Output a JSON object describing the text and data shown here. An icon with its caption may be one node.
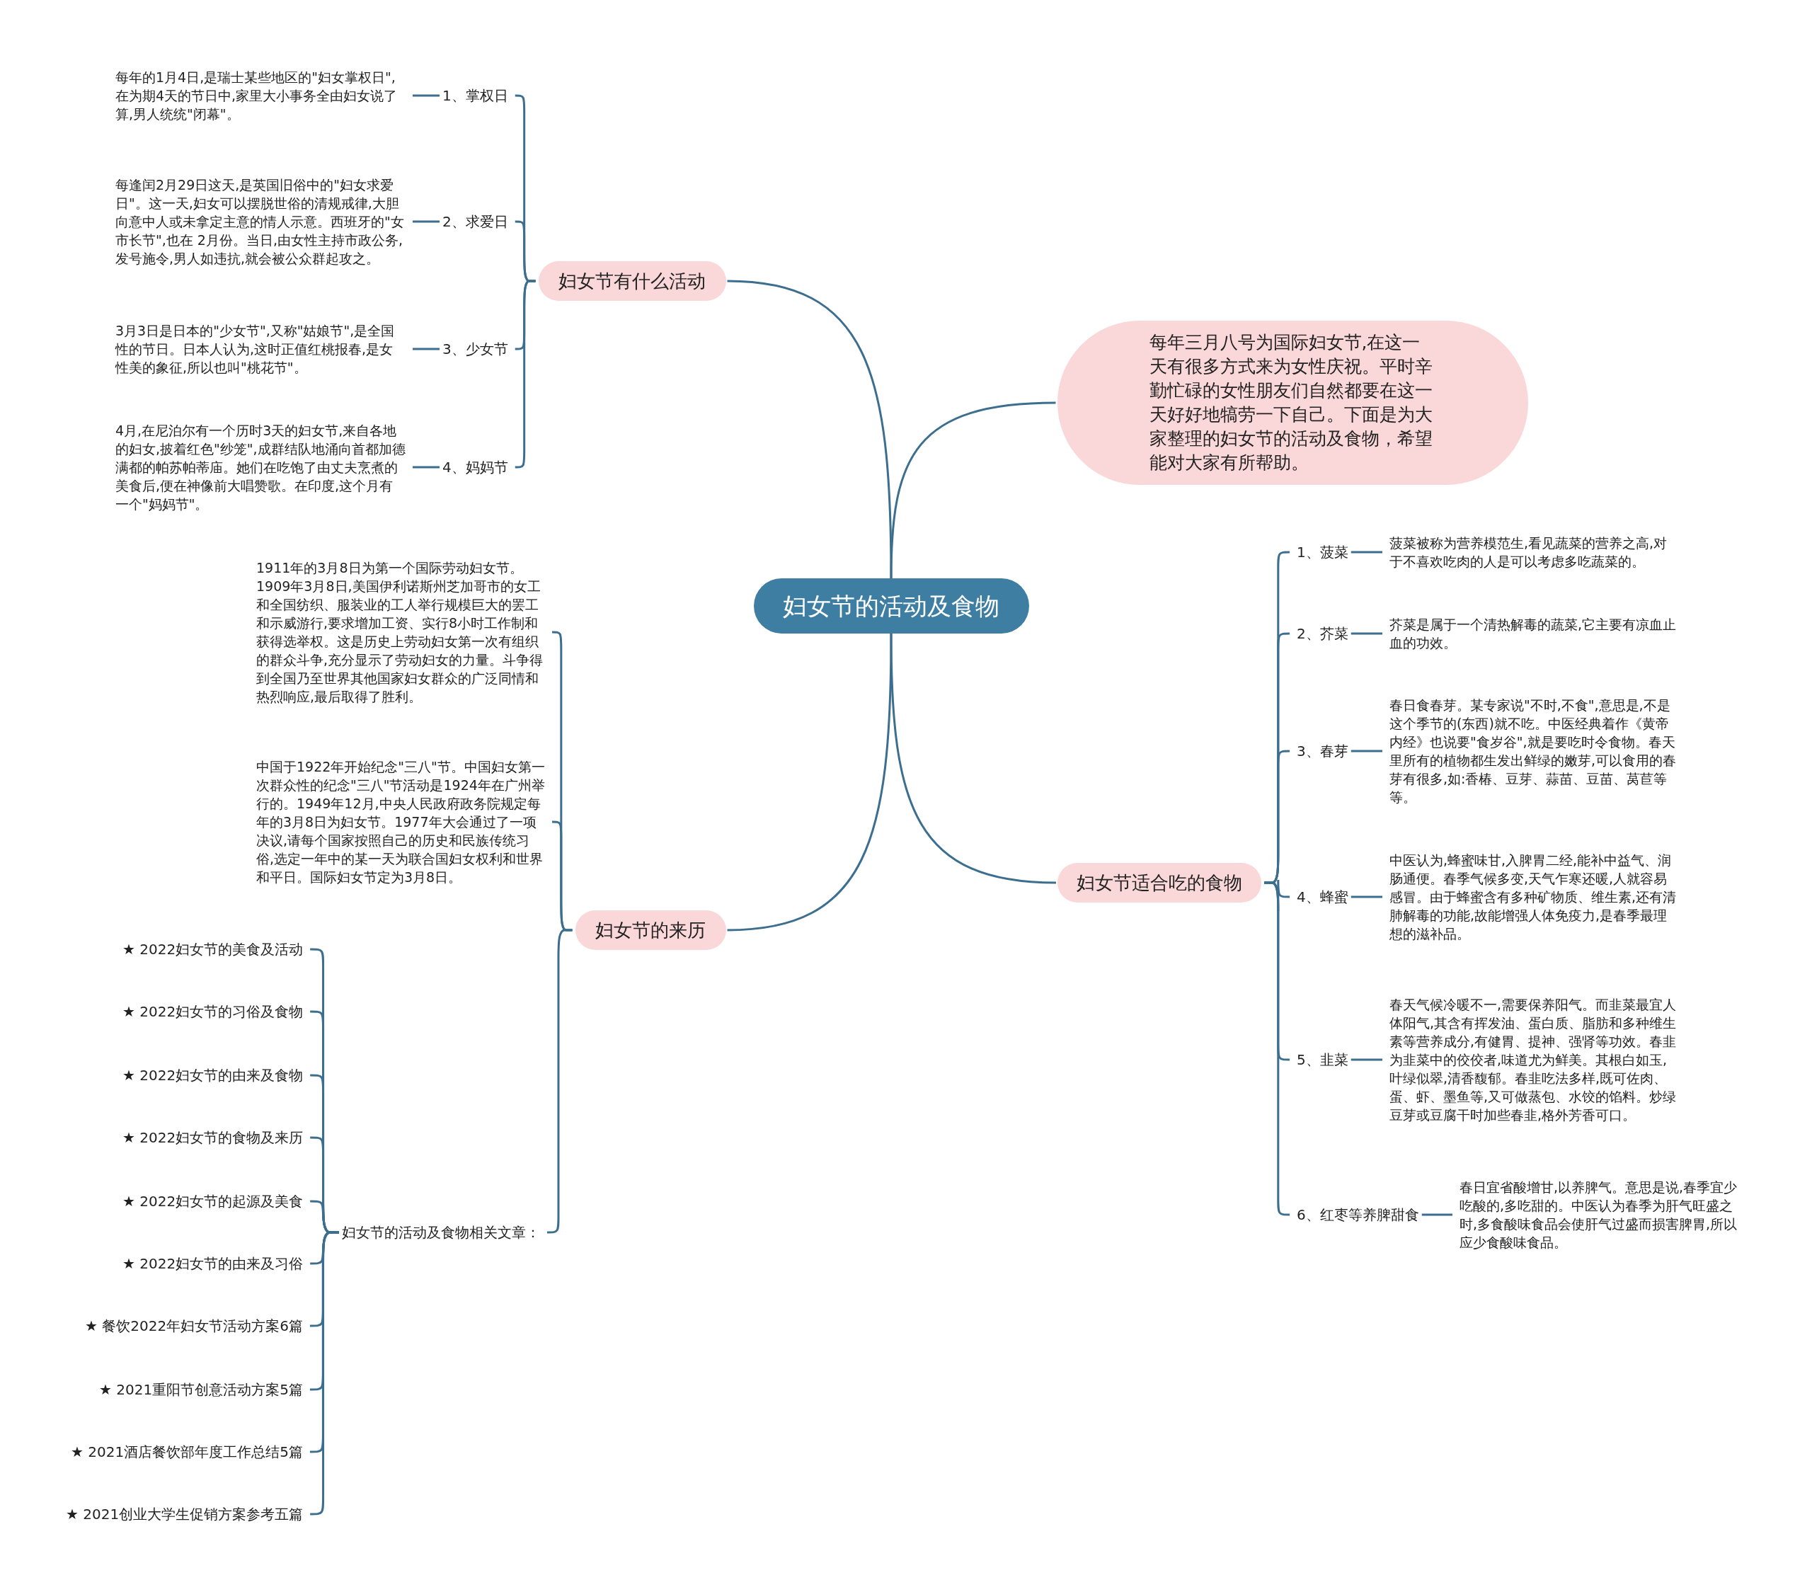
{
  "diagram": {
    "nodes": [
      {
        "text": [
          "妇女节的活动及食物"
        ]
      },
      {
        "text": [
          "妇女节有什么活动"
        ]
      },
      {
        "text": [
          "1、掌权日"
        ]
      },
      {
        "text": [
          "2、求爱日"
        ]
      },
      {
        "text": [
          "3、少女节"
        ]
      },
      {
        "text": [
          "4、妈妈节"
        ]
      },
      {
        "text": [
          "每年的1月4日,是瑞士某些地区的\"妇女掌权日\",在为期4天的节日中,家里大小事务全由妇女说了算,男人统统\"闭幕\"。"
        ]
      },
      {
        "text": [
          "每逢闰2月29日这天,是英国旧俗中的\"妇女求爱日\"。这一天,妇女可以摆脱世俗的清规戒律,大胆向意中人或未拿定主意的情人示意。西班牙的\"女市长节\",也在 2月份。当日,由女性主持市政公务,发号施令,男人如违抗,就会被公众群起攻之。"
        ]
      },
      {
        "text": [
          "3月3日是日本的\"少女节\",又称\"姑娘节\",是全国性的节日。日本人认为,这时正值红桃报春,是女性美的象征,所以也叫\"桃花节\"。"
        ]
      },
      {
        "text": [
          "4月,在尼泊尔有一个历时3天的妇女节,来自各地的妇女,披着红色\"纱笼\",成群结队地涌向首都加德满都的帕苏帕蒂庙。她们在吃饱了由丈夫烹煮的美食后,便在神像前大唱赞歌。在印度,这个月有一个\"妈妈节\"。"
        ]
      },
      {
        "text": [
          "每年三月八号为国际妇女节,在这一天有很多方式来为女性庆祝。平时辛勤忙碌的女性朋友们自然都要在这一天好好地犒劳一下自己。下面是为大家整理的妇女节的活动及食物，希望能对大家有所帮助。"
        ]
      },
      {
        "text": [
          "妇女节的来历"
        ]
      },
      {
        "text": [
          "1911年的3月8日为第一个国际劳动妇女节。1909年3月8日,美国伊利诺斯州芝加哥市的女工和全国纺织、服装业的工人举行规模巨大的罢工和示威游行,要求增加工资、实行8小时工作制和获得选举权。这是历史上劳动妇女第一次有组织的群众斗争,充分显示了劳动妇女的力量。斗争得到全国乃至世界其他国家妇女群众的广泛同情和热烈响应,最后取得了胜利。"
        ]
      },
      {
        "text": [
          "中国于1922年开始纪念\"三八\"节。中国妇女第一次群众性的纪念\"三八\"节活动是1924年在广州举行的。1949年12月,中央人民政府政务院规定每年的3月8日为妇女节。1977年大会通过了一项决议,请每个国家按照自己的历史和民族传统习俗,选定一年中的某一天为联合国妇女权利和世界和平日。国际妇女节定为3月8日。"
        ]
      },
      {
        "text": [
          "妇女节的活动及食物相关文章："
        ]
      },
      {
        "text": [
          "★ 2022妇女节的美食及活动"
        ]
      },
      {
        "text": [
          "★ 2022妇女节的习俗及食物"
        ]
      },
      {
        "text": [
          "★ 2022妇女节的由来及食物"
        ]
      },
      {
        "text": [
          "★ 2022妇女节的食物及来历"
        ]
      },
      {
        "text": [
          "★ 2022妇女节的起源及美食"
        ]
      },
      {
        "text": [
          "★ 2022妇女节的由来及习俗"
        ]
      },
      {
        "text": [
          "★ 餐饮2022年妇女节活动方案6篇"
        ]
      },
      {
        "text": [
          "★ 2021重阳节创意活动方案5篇"
        ]
      },
      {
        "text": [
          "★ 2021酒店餐饮部年度工作总结5篇"
        ]
      },
      {
        "text": [
          "★ 2021创业大学生促销方案参考五篇"
        ]
      },
      {
        "text": [
          "妇女节适合吃的食物"
        ]
      },
      {
        "text": [
          "1、菠菜"
        ]
      },
      {
        "text": [
          "2、芥菜"
        ]
      },
      {
        "text": [
          "3、春芽"
        ]
      },
      {
        "text": [
          "4、蜂蜜"
        ]
      },
      {
        "text": [
          "5、韭菜"
        ]
      },
      {
        "text": [
          "6、红枣等养脾甜食"
        ]
      },
      {
        "text": [
          "菠菜被称为营养模范生,看见蔬菜的营养之高,对于不喜欢吃肉的人是可以考虑多吃蔬菜的。"
        ]
      },
      {
        "text": [
          "芥菜是属于一个清热解毒的蔬菜,它主要有凉血止血的功效。"
        ]
      },
      {
        "text": [
          "春日食春芽。某专家说\"不时,不食\",意思是,不是这个季节的(东西)就不吃。中医经典着作《黄帝内经》也说要\"食岁谷\",就是要吃时令食物。春天里所有的植物都生发出鲜绿的嫩芽,可以食用的春芽有很多,如:香椿、豆芽、蒜苗、豆苗、莴苣等等。"
        ]
      },
      {
        "text": [
          "中医认为,蜂蜜味甘,入脾胃二经,能补中益气、润肠通便。春季气候多变,天气乍寒还暖,人就容易感冒。由于蜂蜜含有多种矿物质、维生素,还有清肺解毒的功能,故能增强人体免疫力,是春季最理想的滋补品。"
        ]
      },
      {
        "text": [
          "春天气候冷暖不一,需要保养阳气。而韭菜最宜人体阳气,其含有挥发油、蛋白质、脂肪和多种维生素等营养成分,有健胃、提神、强肾等功效。春韭为韭菜中的佼佼者,味道尤为鲜美。其根白如玉,叶绿似翠,清香馥郁。春韭吃法多样,既可佐肉、蛋、虾、墨鱼等,又可做蒸包、水饺的馅料。炒绿豆芽或豆腐干时加些春韭,格外芳香可口。"
        ]
      },
      {
        "text": [
          "春日宜省酸增甘,以养脾气。意思是说,春季宜少吃酸的,多吃甜的。中医认为春季为肝气旺盛之时,多食酸味食品会使肝气过盛而损害脾胃,所以应少食酸味食品。"
        ]
      }
    ],
    "edges": [
      {
        "from": 0,
        "to": 1,
        "arrow": "none"
      },
      {
        "from": 0,
        "to": 10,
        "arrow": "none"
      },
      {
        "from": 0,
        "to": 11,
        "arrow": "none"
      },
      {
        "from": 0,
        "to": 25,
        "arrow": "none"
      },
      {
        "from": 1,
        "to": 2,
        "arrow": "none"
      },
      {
        "from": 1,
        "to": 3,
        "arrow": "none"
      },
      {
        "from": 1,
        "to": 4,
        "arrow": "none"
      },
      {
        "from": 1,
        "to": 5,
        "arrow": "none"
      },
      {
        "from": 2,
        "to": 6,
        "arrow": "none"
      },
      {
        "from": 3,
        "to": 7,
        "arrow": "none"
      },
      {
        "from": 4,
        "to": 8,
        "arrow": "none"
      },
      {
        "from": 5,
        "to": 9,
        "arrow": "none"
      },
      {
        "from": 11,
        "to": 12,
        "arrow": "none"
      },
      {
        "from": 11,
        "to": 13,
        "arrow": "none"
      },
      {
        "from": 11,
        "to": 14,
        "arrow": "none"
      },
      {
        "from": 14,
        "to": 15,
        "arrow": "none"
      },
      {
        "from": 14,
        "to": 16,
        "arrow": "none"
      },
      {
        "from": 14,
        "to": 17,
        "arrow": "none"
      },
      {
        "from": 14,
        "to": 18,
        "arrow": "none"
      },
      {
        "from": 14,
        "to": 19,
        "arrow": "none"
      },
      {
        "from": 14,
        "to": 20,
        "arrow": "none"
      },
      {
        "from": 14,
        "to": 21,
        "arrow": "none"
      },
      {
        "from": 14,
        "to": 22,
        "arrow": "none"
      },
      {
        "from": 14,
        "to": 23,
        "arrow": "none"
      },
      {
        "from": 14,
        "to": 24,
        "arrow": "none"
      },
      {
        "from": 25,
        "to": 26,
        "arrow": "none"
      },
      {
        "from": 25,
        "to": 27,
        "arrow": "none"
      },
      {
        "from": 25,
        "to": 28,
        "arrow": "none"
      },
      {
        "from": 25,
        "to": 29,
        "arrow": "none"
      },
      {
        "from": 25,
        "to": 30,
        "arrow": "none"
      },
      {
        "from": 25,
        "to": 31,
        "arrow": "none"
      },
      {
        "from": 26,
        "to": 32,
        "arrow": "none"
      },
      {
        "from": 27,
        "to": 33,
        "arrow": "none"
      },
      {
        "from": 28,
        "to": 34,
        "arrow": "none"
      },
      {
        "from": 29,
        "to": 35,
        "arrow": "none"
      },
      {
        "from": 30,
        "to": 36,
        "arrow": "none"
      },
      {
        "from": 31,
        "to": 37,
        "arrow": "none"
      }
    ]
  }
}
